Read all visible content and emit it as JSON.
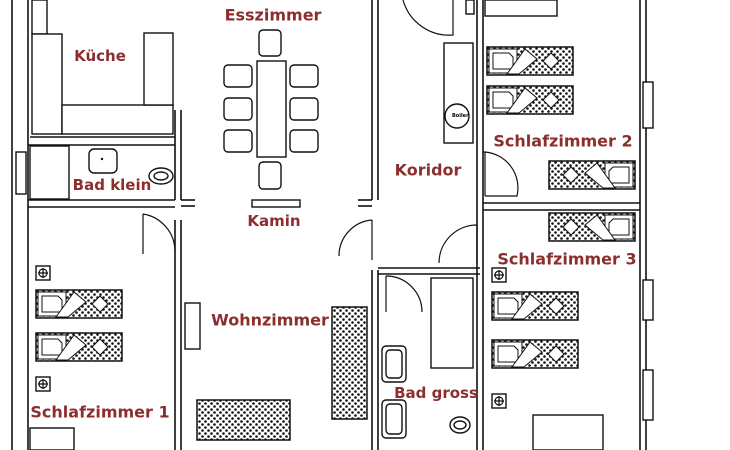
{
  "title": "Floor plan",
  "rooms": {
    "esszimmer": "Esszimmer",
    "kueche": "Küche",
    "bad_klein": "Bad klein",
    "kamin": "Kamin",
    "koridor": "Koridor",
    "schlafzimmer2": "Schlafzimmer 2",
    "schlafzimmer3": "Schlafzimmer 3",
    "wohnzimmer": "Wohnzimmer",
    "schlafzimmer1": "Schlafzimmer 1",
    "bad_gross": "Bad gross"
  },
  "fixtures": {
    "boiler": "Boiler"
  },
  "colors": {
    "label": "#8b2e2e",
    "line": "#111111"
  }
}
